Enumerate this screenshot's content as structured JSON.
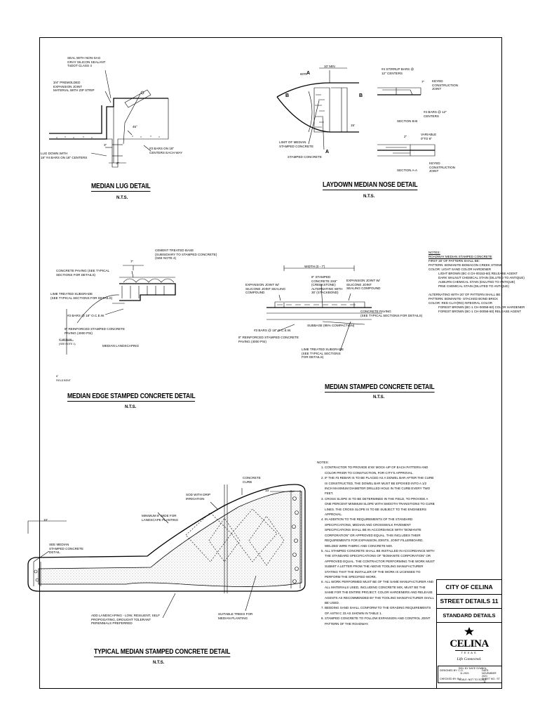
{
  "details": {
    "lug": {
      "title": "MEDIAN LUG DETAIL",
      "scale": "N.T.S.",
      "labels": {
        "seal": "SEAL WITH NON-SAG\nGRAY SILICON SEALANT\nTxDOT CLASS 4",
        "expansion": "3/4\" PREMOLDED\nEXPANSION JOINT\nMATERIAL WITH ZIP STRIP",
        "angle": "45°",
        "bars": "#3 BARS ON 18\"\nCENTERS EACH WAY",
        "lugdown": "LUG DOWN WITH\n18\" #4 BARS ON 18\" CENTERS",
        "dim3": "3\"",
        "dim6": "6\""
      }
    },
    "nose": {
      "title": "LAYDOWN MEDIAN NOSE DETAIL",
      "scale": "N.T.S.",
      "labels": {
        "min10": "10' MIN",
        "r60": "60'R",
        "secA": "A",
        "secB": "B",
        "r15": "15'",
        "limit": "LIMIT OF MEDIAN\nSTAMPED CONCRETE",
        "stamped": "STAMPED CONCRETE",
        "stirrup": "#4 STIRRUP BARS @\n12\" CENTERS",
        "dim7": "7\"",
        "keyed1": "KEYED\nCONSTRUCTION\nJOINT",
        "bars12": "#4 BARS @ 12\"\nCENTERS",
        "sectionBB": "SECTION B-B",
        "variable": "VARIABLE\n0\"TO 6\"",
        "dim2": "2\"",
        "keyed2": "KEYED\nCONSTRUCTION\nJOINT",
        "sectionAA": "SECTION A-A"
      }
    },
    "edge": {
      "title": "MEDIAN EDGE STAMPED CONCRETE DETAIL",
      "scale": "N.T.S.",
      "labels": {
        "ctb": "CEMENT TREATED BASE\n(SUBSIDIARY TO STAMPED CONCRETE)\n(SEE NOTE 4)",
        "dim7": "7\"",
        "paving": "CONCRETE PAVING (SEE TYPICAL\nSECTIONS FOR DETAILS)",
        "lime": "LIME TREATED SUBGRADE\n(SEE TYPICAL SECTIONS FOR DETAILS)",
        "bars": "#3 BARS @ 18\" O.C.E.W.",
        "reinforced": "8\" REINFORCED STAMPED CONCRETE\nPAVING (4000 PSI)",
        "landscaping": "MEDIAN LANDSCAPING",
        "median": "6\" MEDIAN\n(SEE NOTE 1)",
        "fieldbent": "6\"\nFIELD BENT"
      }
    },
    "stamped": {
      "title": "MEDIAN STAMPED CONCRETE DETAIL",
      "scale": "N.T.S.",
      "labels": {
        "width": "WIDTH (0 - 7')",
        "stamped": "8\" STAMPED\nCONCRETE 3X6\"\n(CREEKSTONE)\nALTERNATING WITH\n30' (STACKBOND)",
        "joint1": "EXPANSION JOINT W/\nSILICONE JOINT SEALING\nCOMPOUND",
        "joint2": "EXPANSION JOINT W/\nSILICONE JOINT\nSEALING COMPOUND",
        "paving": "CONCRETE PAVING\n(SEE TYPICAL SECTIONS FOR DETAILS)",
        "subbase": "SUBBASE (95% COMPACTION)",
        "bars": "#3 BARS @ 18\" O.C.E.W.",
        "reinforced": "8\" REINFORCED STAMPED CONCRETE\nPAVING (4000 PSI)",
        "lime": "LIME TREATED SUBGRADE\n(SEE TYPICAL SECTIONS\nFOR DETAILS)"
      }
    },
    "typical": {
      "title": "TYPICAL MEDIAN STAMPED CONCRETE DETAIL",
      "scale": "N.T.S.",
      "labels": {
        "curb": "CONCRETE\nCURB",
        "sod": "SOD WITH DRIP\nIRRIGATION",
        "min8": "MINIMUM 8' WIDE FOR\nLANDSCAPE PLANTING",
        "dim10": "10'",
        "dim10b": "10'",
        "seeMedian": "SEE MEDIAN\nSTAMPED CONCRETE\nDETAIL",
        "trees": "SUITABLE TREES FOR\nMEDIAN PLANTING",
        "landscaping": "ADD LANDSCAPING - LOW, RESILIENT, SELF\nPROPOGATING, DROUGHT TOLERANT\nPERENNIALS PREFERRED"
      }
    }
  },
  "notes_top": {
    "heading": "NOTES:",
    "lines": [
      "ROADWAY MEDIAN STAMPED CONCRETE",
      "FIRST 30' OF PATTERN SHALL BE:",
      "PATTERN: BOMANITE-BOMACON CREEK STONE",
      "COLOR: LIGHT SAND COLOR HARDENER",
      "    LIGHT BROWN (BC-3 CH-00153-60) RELEASE AGENT",
      "    DARK WALNUT CHEMICAL STAIN (DILUTED TO ANTIQUE)",
      "    AUBURN CHEMICAL STAIN (DILUTED TO ANTIQUE)",
      "    PINE CHEMICAL STAIN (DILUTED TO ANTIQUE)",
      "",
      "ALTERNATING WITH 20' OF PATTERN SHALL BE:",
      "PATTERN: BOMANITE- STACKED BOND BRICK",
      "COLOR: RED CLAY(RD) INTEGRAL COLOR",
      "    FOREST BROWN (BC-1 CH-00058-60) COLOR HARDENER",
      "    FOREST BROWN (BC-1 CH-00058-60) RELEASE AGENT"
    ]
  },
  "notes_main": {
    "heading": "NOTES:",
    "items": [
      "CONTRACTOR TO PROVIDE 6'X6' MOCK-UP OF EACH PATTERN AND COLOR PRIOR TO CONSTUCTION, FOR CITY'S APPROVAL.",
      "IF THE #3 REBAR IS TO BE PLACED AS A DOWEL BAR AFTER THE CURB IS CONSTRUCTED, THE DOWEL BAR MUST BE EPOXIED INTO A 1/2 INCH MAXIMUM DIAMETER DRILLED HOLE IN THE CURB EVERY TWO FEET.",
      "CROSS SLOPE IS TO BE DETERMINED IN THE FIELD, TO PROVIDE A ONE PERCENT MINIMUM SLOPE WITH SMOOTH TRANSITIONS TO CURB LINES. THE CROSS SLOPE IS TO BE SUBJECT TO THE ENGINEERS APPROVAL.",
      "IN ADDITION TO THE REQUIREMENTS OF THE STANDARD SPECIFICATIONS, MEDIAN AND CROSSWALK PAVEMENT SPECIFICATIONS SHALL BE IN ACCORDANCE WITH \"BOMANITE CORPORATION\" OR APPROVED EQUAL. THIS INCLUDES THEIR REQUIREMENTS FOR EXPANSION JOINTS, JOINT FILLERBOARD, WELDED WIRE FABRIC AND CONCRETE MIX.",
      "ALL STAMPED CONCRETE SHALL BE INSTALLED IN ACCORDANCE WITH THE STANDARD SPECIFICATIONS OF \"BOMANITE CORPORATION\" OR APPROVED EQUAL. THE CONTRACTOR PERFORMING THE WORK MUST SUBMIT A LETTER FROM THE ABOVE TOOLING MANUFACTURER STATING THAT THE INSTALLER OF THE WORK IS LICENSED TO PERFORM THE SPECIFIED WORK.",
      "ALL WORK PERFORMED MUST BE OF THE SAME MANUFACTURER AND ALL MATERIALS USED, INCLUDING CONCRETE MIX, MUST BE THE SAME FOR THE ENTIRE PROJECT. COLOR HARDENERS AND RELEASE AGENTS AS RECOMMENDED BY THE TOOLING MANUFACTURER SHALL BE USED.",
      "BEDDING SAND SHALL CONFORM TO THE GRADING REQUIREMENTS OF ASTM C 33 AS SHOWN IN TABLE 1.",
      "STAMPED CONCRETE TO FOLLOW EXPANSION AND CONTROL JOINT PATTERN OF THE ROADWAY."
    ]
  },
  "titleblock": {
    "city": "CITY OF CELINA",
    "sheet_title": "STREET DETAILS 11",
    "subtitle": "STANDARD DETAILS",
    "logo_text": "CELINA",
    "logo_sub": "TEXAS",
    "tagline": "Life Connected.",
    "designed": "DESIGNED BY: C.O.",
    "checked": "CHECKED BY: B.J.",
    "rev": "REV. BY   DATE   SYMBOL",
    "rev_date": "11-2021",
    "scale": "SCALE: NOT TO SCALE",
    "date": "DATE: NOVEMBER 2021",
    "sheet_no": "SHEET NO.: ST - 11"
  }
}
